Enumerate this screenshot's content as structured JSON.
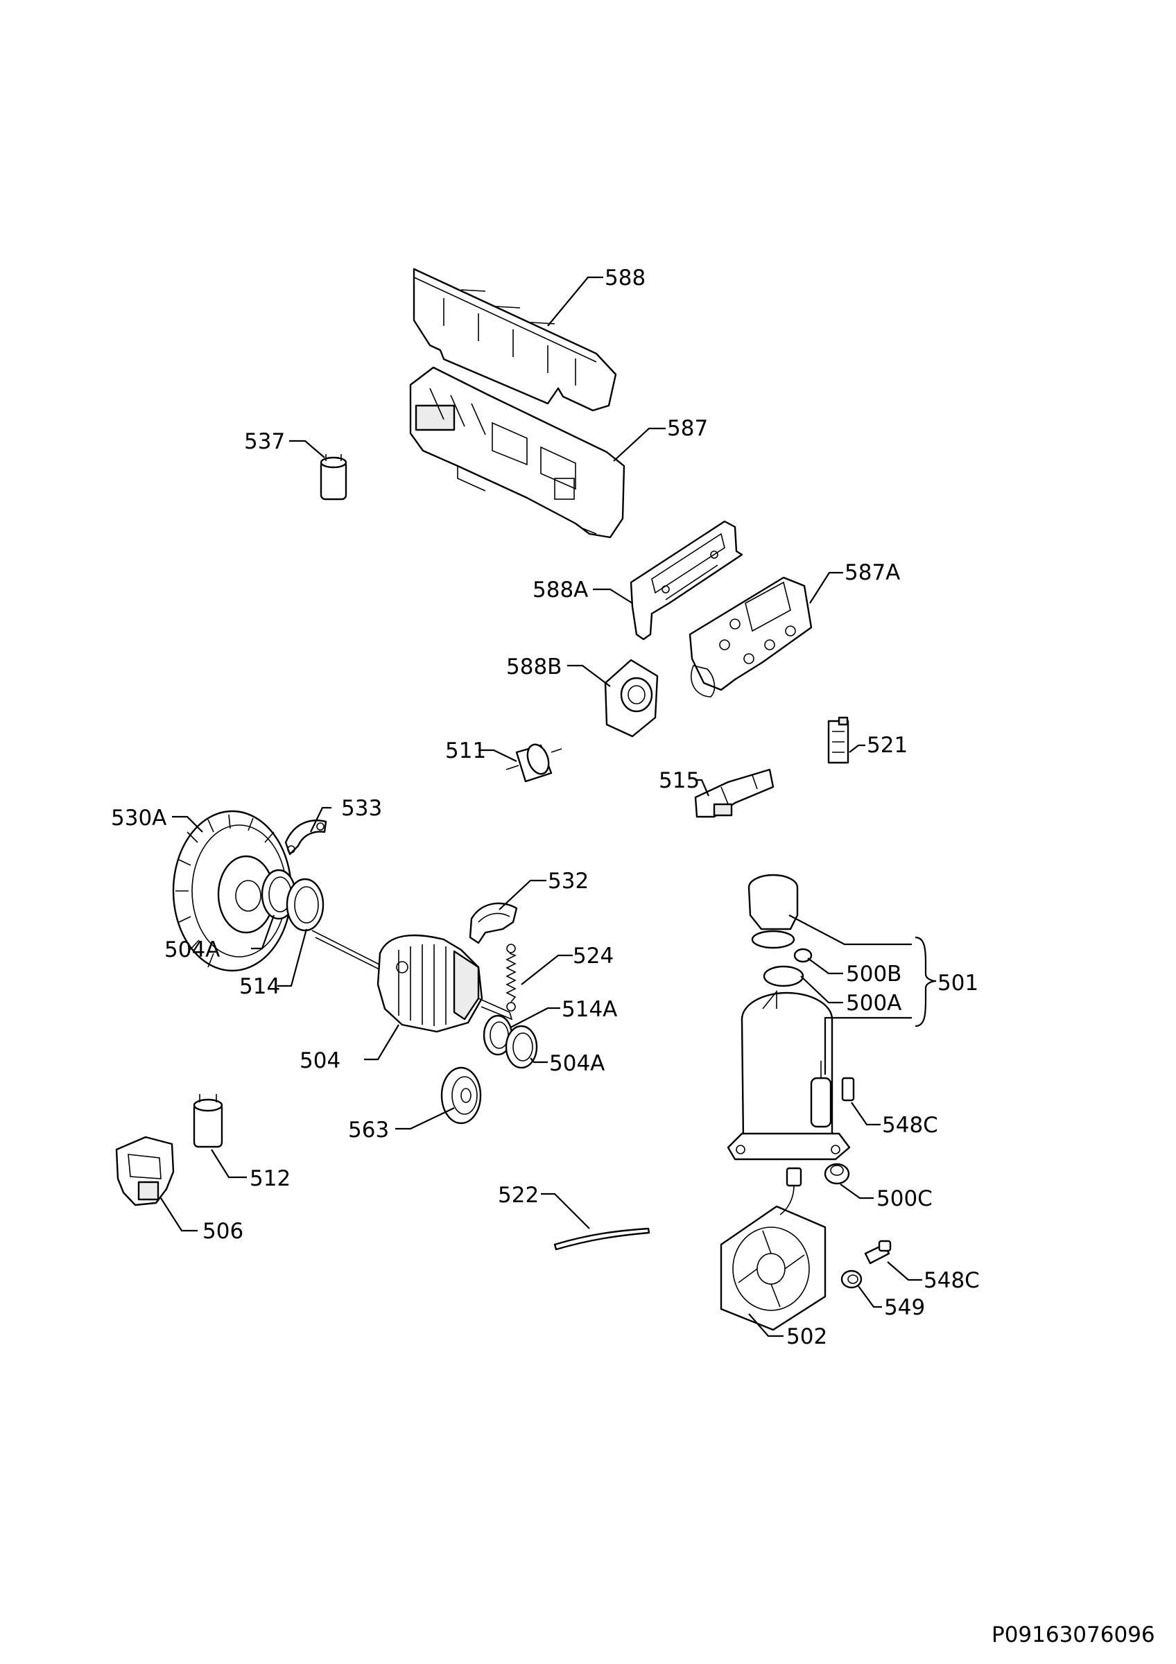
{
  "document_ref": "P09163076096",
  "callouts": {
    "c588": "588",
    "c587": "587",
    "c537": "537",
    "c588A": "588A",
    "c587A": "587A",
    "c588B": "588B",
    "c521": "521",
    "c511": "511",
    "c515": "515",
    "c530A": "530A",
    "c533": "533",
    "c532": "532",
    "c504A_1": "504A",
    "c514": "514",
    "c524": "524",
    "c514A": "514A",
    "c504": "504",
    "c504A_2": "504A",
    "c563": "563",
    "c512": "512",
    "c506": "506",
    "c522": "522",
    "c501": "501",
    "c500B": "500B",
    "c500A": "500A",
    "c548C_1": "548C",
    "c500C": "500C",
    "c548C_2": "548C",
    "c549": "549",
    "c502": "502"
  }
}
